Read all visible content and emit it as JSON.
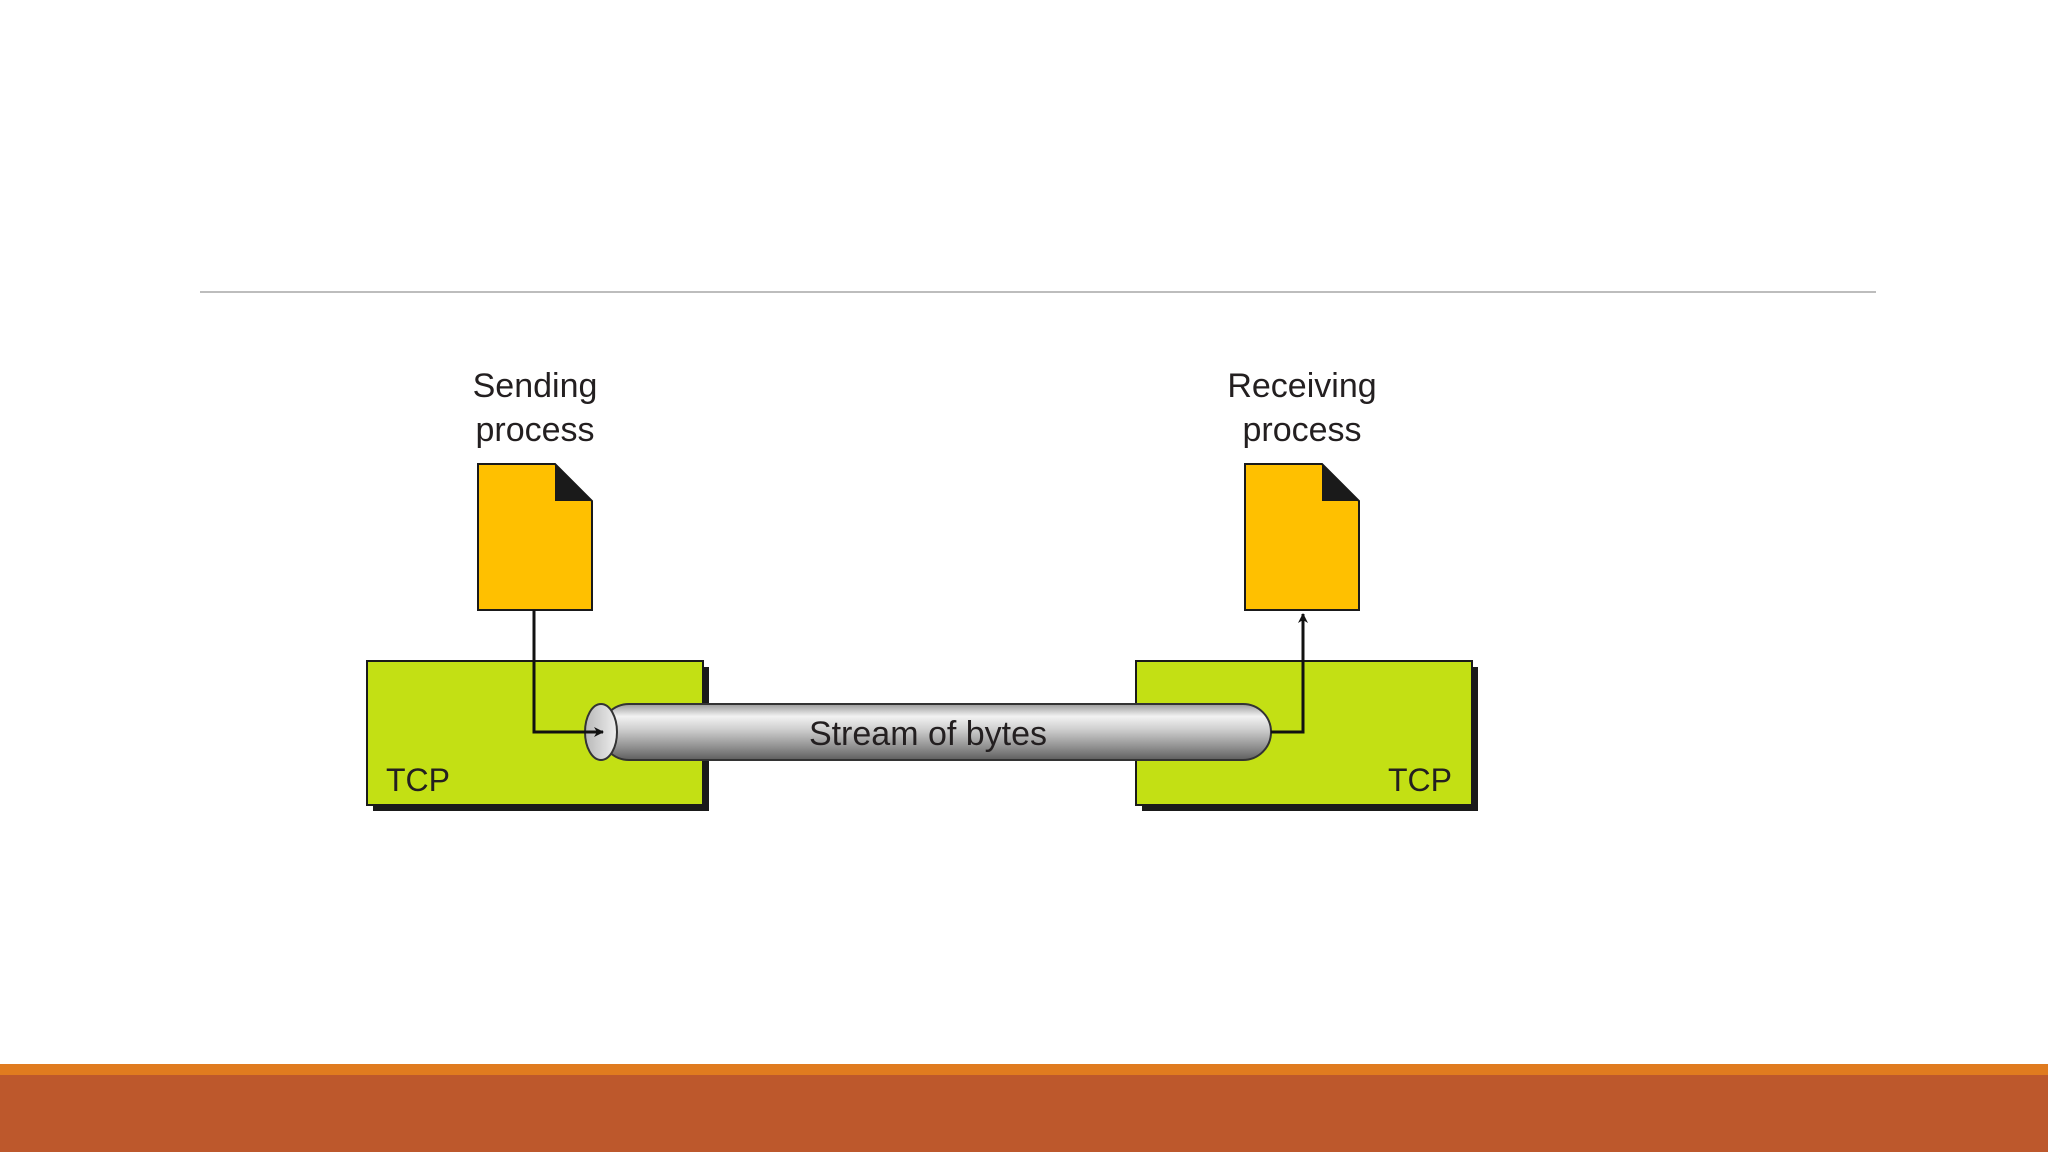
{
  "diagram": {
    "sender": {
      "label_line1": "Sending",
      "label_line2": "process",
      "tcp_label": "TCP"
    },
    "receiver": {
      "label_line1": "Receiving",
      "label_line2": "process",
      "tcp_label": "TCP"
    },
    "stream_label": "Stream of bytes"
  },
  "colors": {
    "tcp_box": "#c3e014",
    "document": "#ffc000",
    "footer_accent": "#e07b1f",
    "footer_bar": "#bd582c"
  }
}
